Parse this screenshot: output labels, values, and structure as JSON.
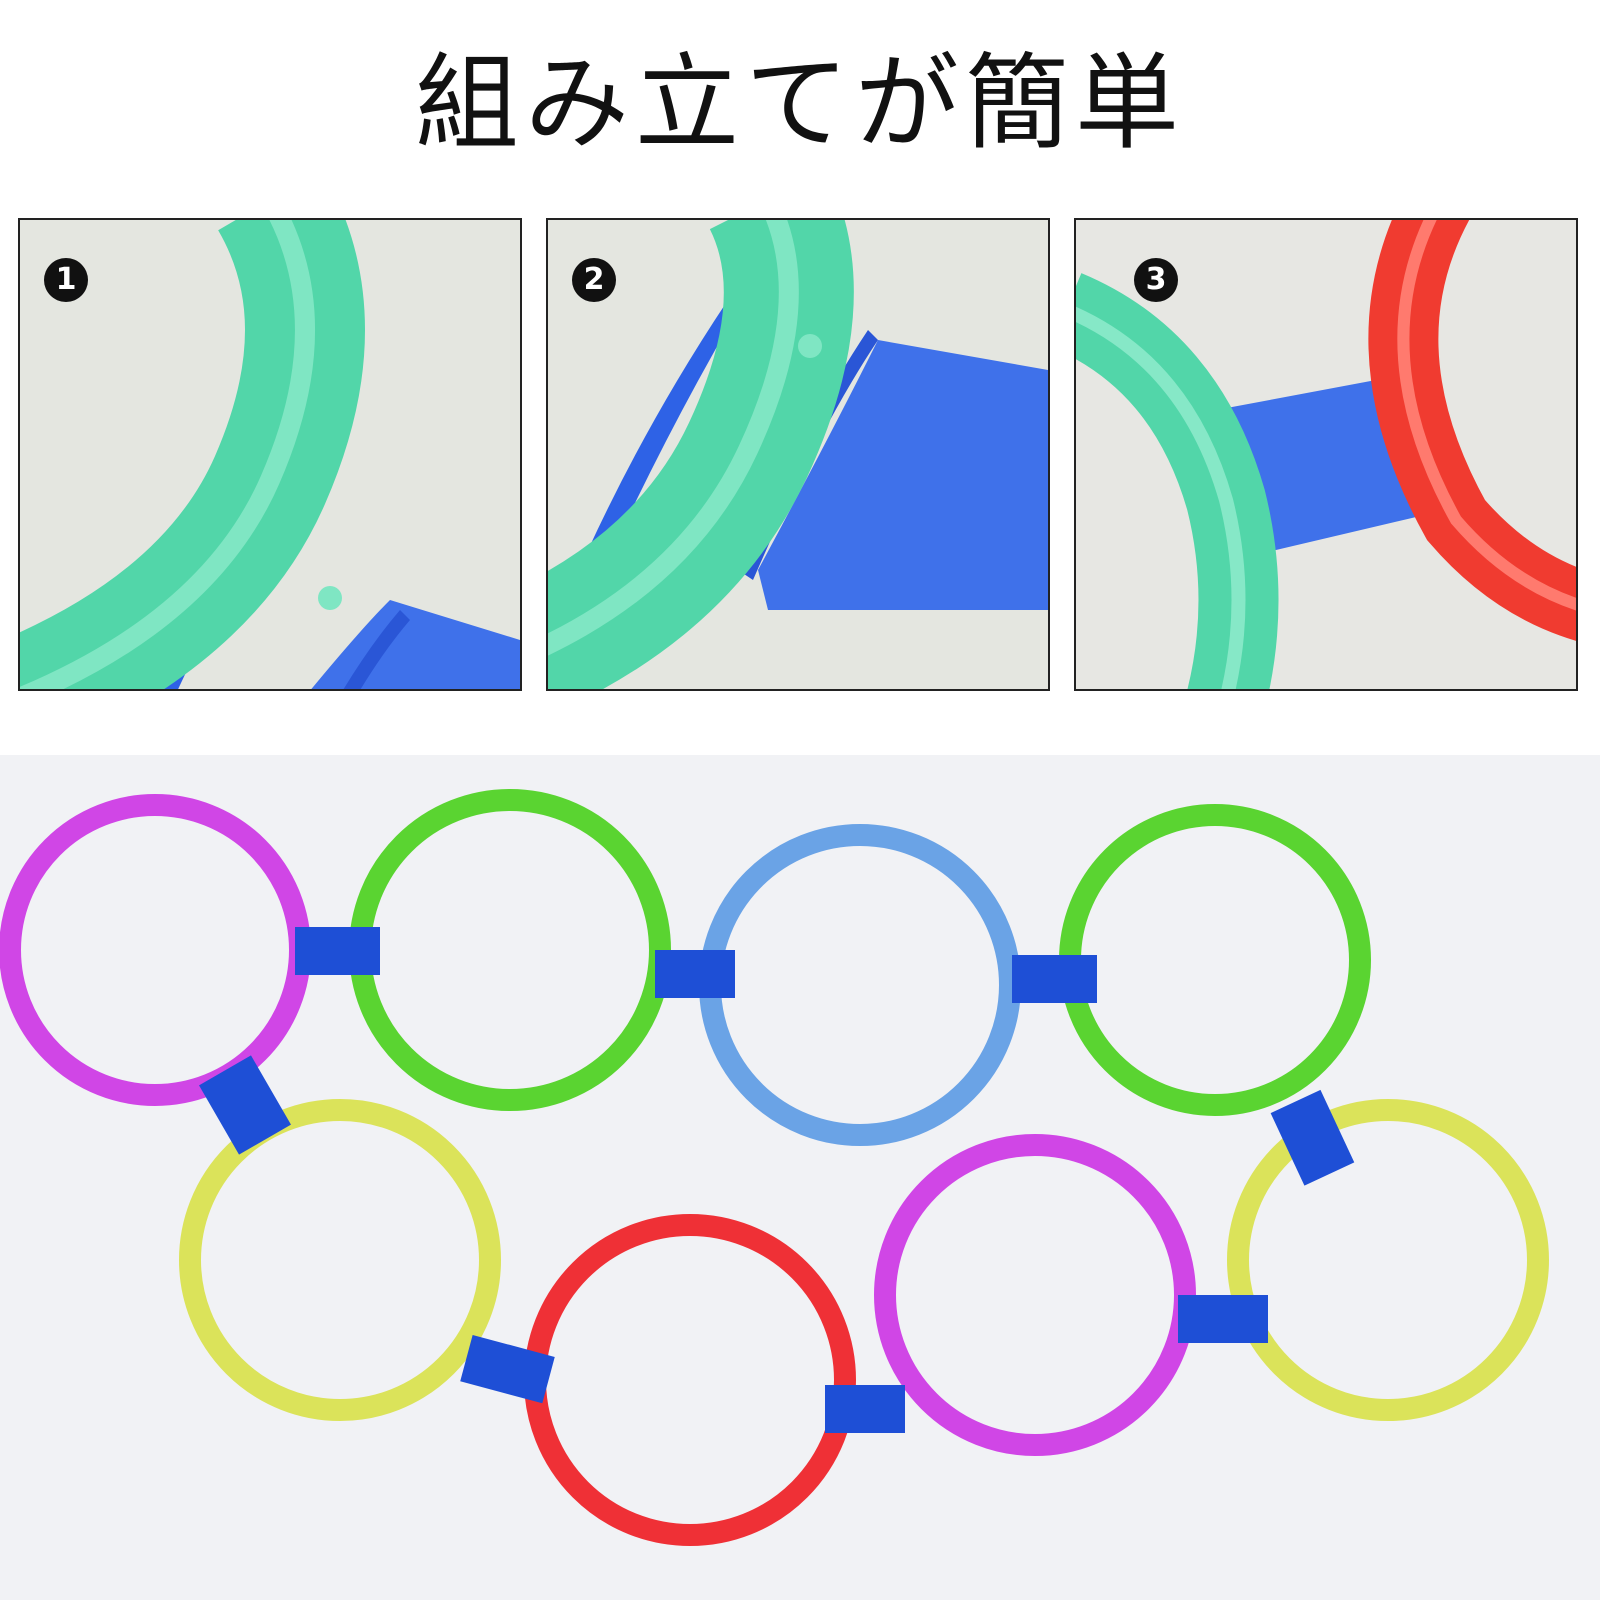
{
  "title": "組み立てが簡単",
  "steps": [
    {
      "number": "1"
    },
    {
      "number": "2"
    },
    {
      "number": "3"
    }
  ],
  "colors": {
    "teal_ring": "#52d6a9",
    "connector_blue": "#2e62e6",
    "red_ring": "#f03b30",
    "ring_colors": [
      "#d046e6",
      "#5ad431",
      "#6aa3e6",
      "#5ad431",
      "#dbe35a",
      "#ef3036",
      "#d046e6",
      "#dbe35a"
    ]
  }
}
